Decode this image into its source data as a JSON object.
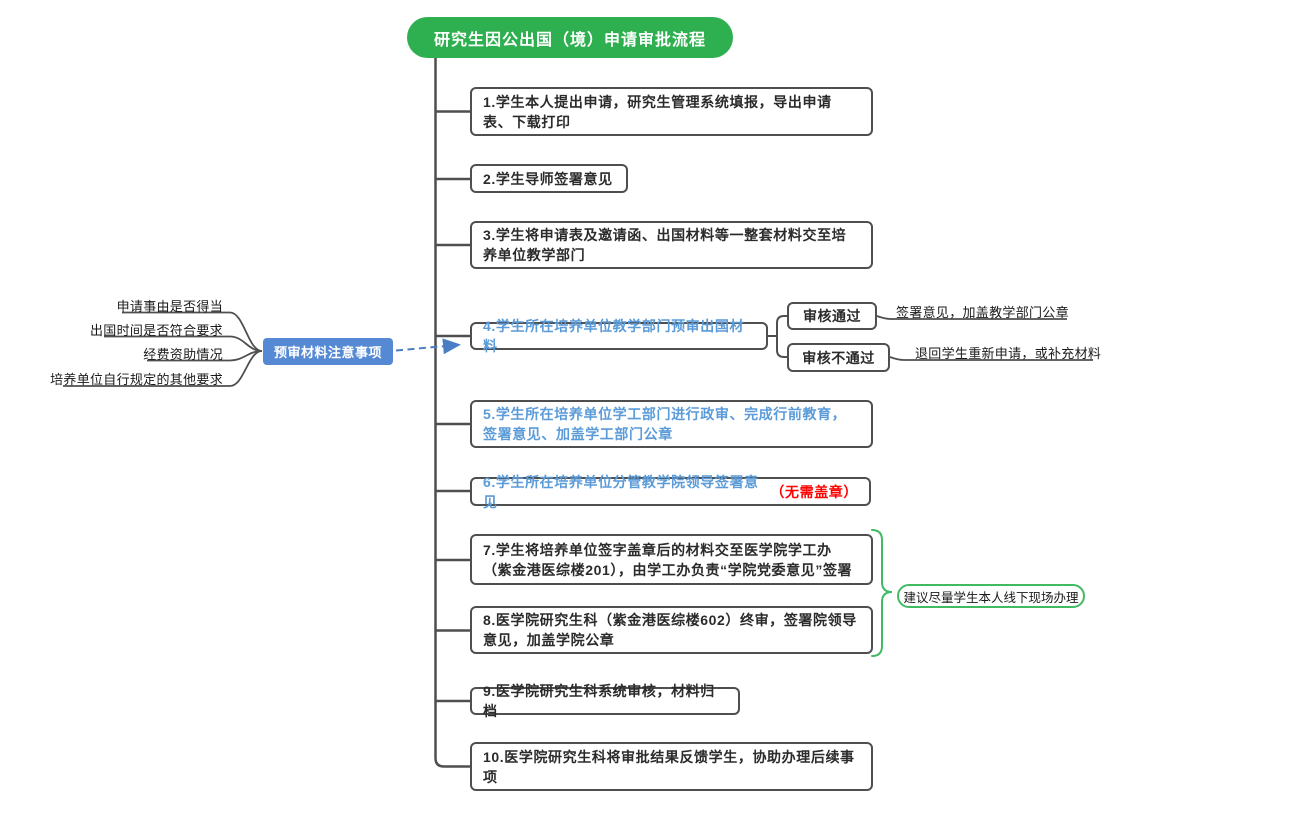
{
  "title": "研究生因公出国（境）申请审批流程",
  "steps": [
    {
      "text": "1.学生本人提出申请，研究生管理系统填报，导出申请表、下载打印"
    },
    {
      "text": "2.学生导师签署意见"
    },
    {
      "text": "3.学生将申请表及邀请函、出国材料等一整套材料交至培养单位教学部门"
    },
    {
      "text": "4.学生所在培养单位教学部门预审出国材料"
    },
    {
      "text": "5.学生所在培养单位学工部门进行政审、完成行前教育，签署意见、加盖学工部门公章"
    },
    {
      "text": "6.学生所在培养单位分管教学院领导签署意见",
      "note": "（无需盖章）"
    },
    {
      "text": "7.学生将培养单位签字盖章后的材料交至医学院学工办（紫金港医综楼201），由学工办负责“学院党委意见”签署"
    },
    {
      "text": "8.医学院研究生科（紫金港医综楼602）终审，签署院领导意见，加盖学院公章"
    },
    {
      "text": "9.医学院研究生科系统审核，材料归档"
    },
    {
      "text": "10.医学院研究生科将审批结果反馈学生，协助办理后续事项"
    }
  ],
  "precheck": {
    "label": "预审材料注意事项",
    "items": [
      "申请事由是否得当",
      "出国时间是否符合要求",
      "经费资助情况",
      "培养单位自行规定的其他要求"
    ]
  },
  "review": {
    "pass_label": "审核通过",
    "pass_note": "签署意见，加盖教学部门公章",
    "fail_label": "审核不通过",
    "fail_note": "退回学生重新申请，或补充材料"
  },
  "advice_note": "建议尽量学生本人线下现场办理",
  "colors": {
    "title_green": "#2fb050",
    "advice_green": "#41bb63",
    "precheck_blue_fill": "#5689d4",
    "blue_text": "#5a9bd8",
    "red_text": "#ff0000",
    "line_gray": "#4f4f4f",
    "arrow_blue": "#4a7ec4"
  }
}
